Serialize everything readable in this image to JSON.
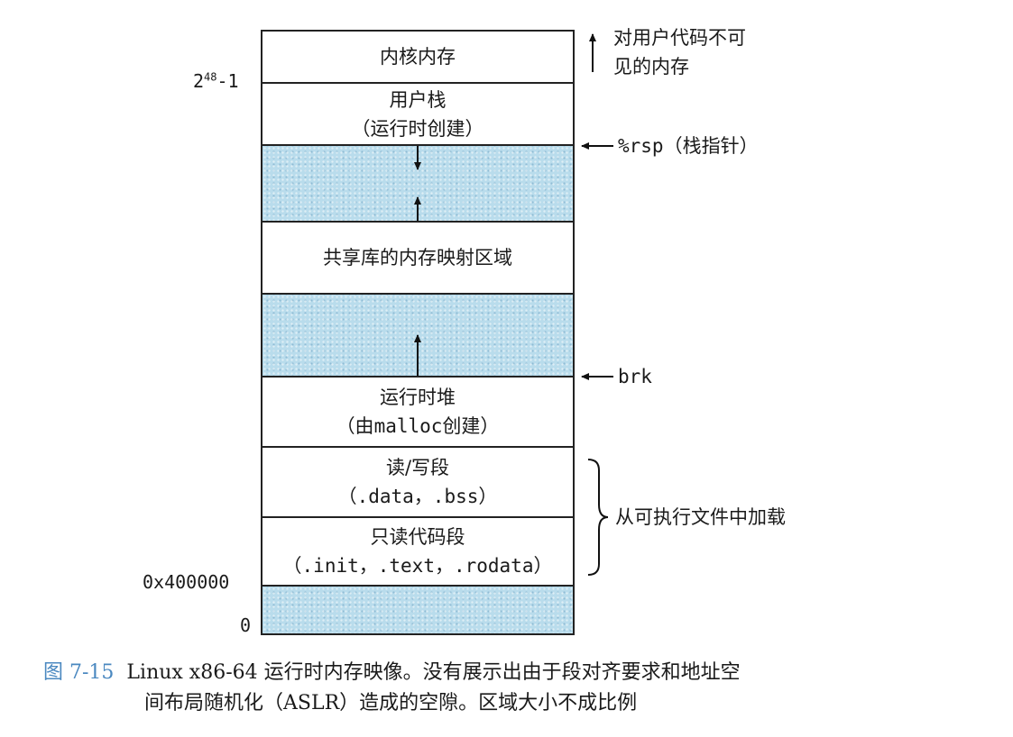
{
  "segments": {
    "kernel": {
      "label": "内核内存"
    },
    "stack": {
      "line1": "用户栈",
      "line2": "（运行时创建）"
    },
    "shared": {
      "label": "共享库的内存映射区域"
    },
    "heap": {
      "line1": "运行时堆",
      "line2_pre": "（由",
      "line2_code": "malloc",
      "line2_post": "创建）"
    },
    "rw": {
      "line1": "读/写段",
      "line2": "（.data，.bss）"
    },
    "ro": {
      "line1": "只读代码段",
      "line2": "（.init，.text，.rodata）"
    }
  },
  "addresses": {
    "top_base": "2",
    "top_exp": "48",
    "top_suffix": "-1",
    "code_start": "0x400000",
    "zero": "0"
  },
  "side_labels": {
    "kernel_note_line1": "对用户代码不可",
    "kernel_note_line2": "见的内存",
    "rsp_code": "%rsp",
    "rsp_text": "（栈指针）",
    "brk": "brk",
    "loaded": "从可执行文件中加载"
  },
  "caption": {
    "figure_number": "图 7-15",
    "line1": "Linux x86-64 运行时内存映像。没有展示出由于段对齐要求和地址空",
    "line2": "间布局随机化（ASLR）造成的空隙。区域大小不成比例"
  }
}
